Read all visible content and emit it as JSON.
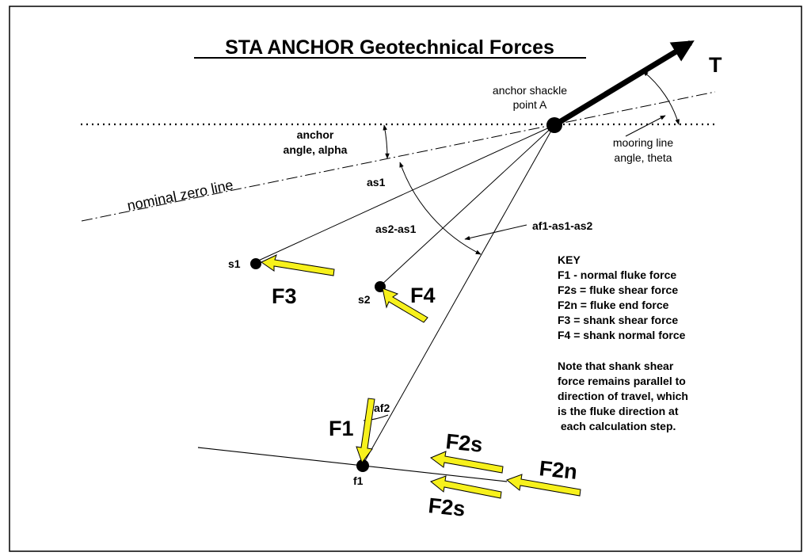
{
  "title": "STA ANCHOR Geotechnical Forces",
  "labels": {
    "tension": "T",
    "shackle_line1": "anchor shackle",
    "shackle_line2": "point A",
    "anchor_angle_line1": "anchor",
    "anchor_angle_line2": "angle, alpha",
    "mooring_line1": "mooring line",
    "mooring_line2": "angle, theta",
    "nominal_zero": "nominal zero line",
    "as1": "as1",
    "as2_as1": "as2-as1",
    "af1_as1_as2": "af1-as1-as2",
    "af2": "af2",
    "s1": "s1",
    "s2": "s2",
    "f1": "f1"
  },
  "forces": {
    "F1": "F1",
    "F2s_top": "F2s",
    "F2s_bottom": "F2s",
    "F2n": "F2n",
    "F3": "F3",
    "F4": "F4"
  },
  "key": {
    "heading": "KEY",
    "items": [
      "F1 - normal fluke force",
      "F2s = fluke shear force",
      "F2n = fluke end force",
      "F3 = shank shear force",
      "F4 = shank normal force"
    ],
    "note": [
      "Note that shank shear",
      "force remains parallel to",
      "direction of travel, which",
      "is the fluke direction at",
      " each calculation step."
    ]
  },
  "colors": {
    "force_arrow": "#f7f11c",
    "line": "#000000",
    "background": "#ffffff"
  }
}
